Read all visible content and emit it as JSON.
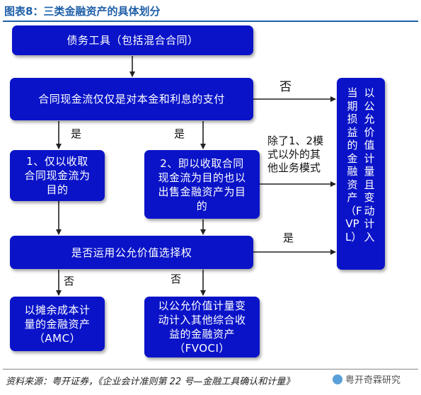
{
  "title": "图表8：三类金融资产的具体划分",
  "boxes": {
    "debt_instrument": "债务工具（包括混合合同）",
    "cashflow_test": "合同现金流仅仅是对本金和利息的支付",
    "model1": [
      "1、仅以收取",
      "合同现金流为",
      "目的"
    ],
    "model2": [
      "2、即以收取合同",
      "现金流为目的也以",
      "出售金融资产为目",
      "的"
    ],
    "fv_option": "是否运用公允价值选择权",
    "amc": [
      "以摊余成本计",
      "量的金融资产",
      "（AMC）"
    ],
    "fvoci": [
      "以公允价值计量变",
      "动计入其他综合收",
      "益的金融资产",
      "（FVOCI）"
    ],
    "fvpl_col1": "当期损益的金融资产（FVPL）",
    "fvpl_col2": "以公允价值计量且变动计入"
  },
  "labels": {
    "no_top": "否",
    "yes_left": "是",
    "yes_mid": "是",
    "other_models": [
      "除了1、2模",
      "式以外的其",
      "他业务模式"
    ],
    "yes_right": "是",
    "no_amc": "否",
    "no_fvoci": "否"
  },
  "source": "资料来源：粤开证券，《企业会计准则第 22 号—金融工具确认和计量》",
  "watermark": "粤开奇霖研究",
  "colors": {
    "box": "#0a13c8",
    "title": "#1f5fa8"
  }
}
